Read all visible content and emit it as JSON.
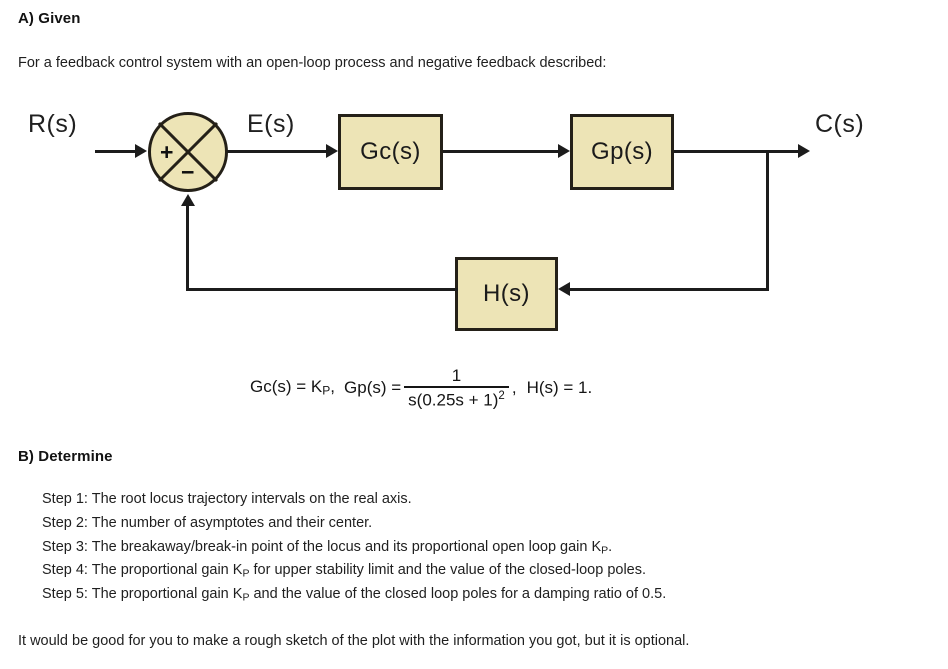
{
  "document": {
    "sections": {
      "given": {
        "heading": "A) Given",
        "intro": "For a feedback control system with an open-loop process and negative feedback described:"
      },
      "determine": {
        "heading": "B) Determine",
        "steps": [
          {
            "pre": "Step 1: The root locus trajectory intervals on the real axis.",
            "sub": "",
            "post": ""
          },
          {
            "pre": "Step 2: The number of asymptotes and their center.",
            "sub": "",
            "post": ""
          },
          {
            "pre": "Step 3: The breakaway/break-in point of the locus and its proportional open loop gain K",
            "sub": "P",
            "post": "."
          },
          {
            "pre": "Step 4: The proportional gain K",
            "sub": "P",
            "post": " for upper stability limit and the value of the closed-loop poles."
          },
          {
            "pre": "Step 5: The proportional gain K",
            "sub": "P",
            "post": " and the value of the closed loop poles for a damping ratio of 0.5."
          }
        ]
      },
      "closing": "It would be good for you to make a rough sketch of the plot with the information you got, but it is optional."
    }
  },
  "diagram": {
    "type": "block-diagram",
    "input_label": "R(s)",
    "error_label": "E(s)",
    "output_label": "C(s)",
    "summing_junction": {
      "positive_sign": "+",
      "negative_sign": "−",
      "fill_color": "#ede4b6",
      "stroke_color": "#242018"
    },
    "blocks": [
      {
        "id": "controller",
        "label": "Gc(s)"
      },
      {
        "id": "process",
        "label": "Gp(s)"
      },
      {
        "id": "feedback",
        "label": "H(s)"
      }
    ],
    "colors": {
      "block_fill": "#ede4b6",
      "block_stroke": "#242018",
      "wire": "#1c1c1c"
    }
  },
  "equation": {
    "controller": "Gc(s) = K",
    "controller_sub": "P",
    "controller_tail": ",",
    "process_lead": "Gp(s) =",
    "numerator": "1",
    "denominator_pre": "s(0.25s + 1)",
    "denominator_exp": "2",
    "comma_after_fraction": ",",
    "feedback": "H(s) = 1."
  }
}
